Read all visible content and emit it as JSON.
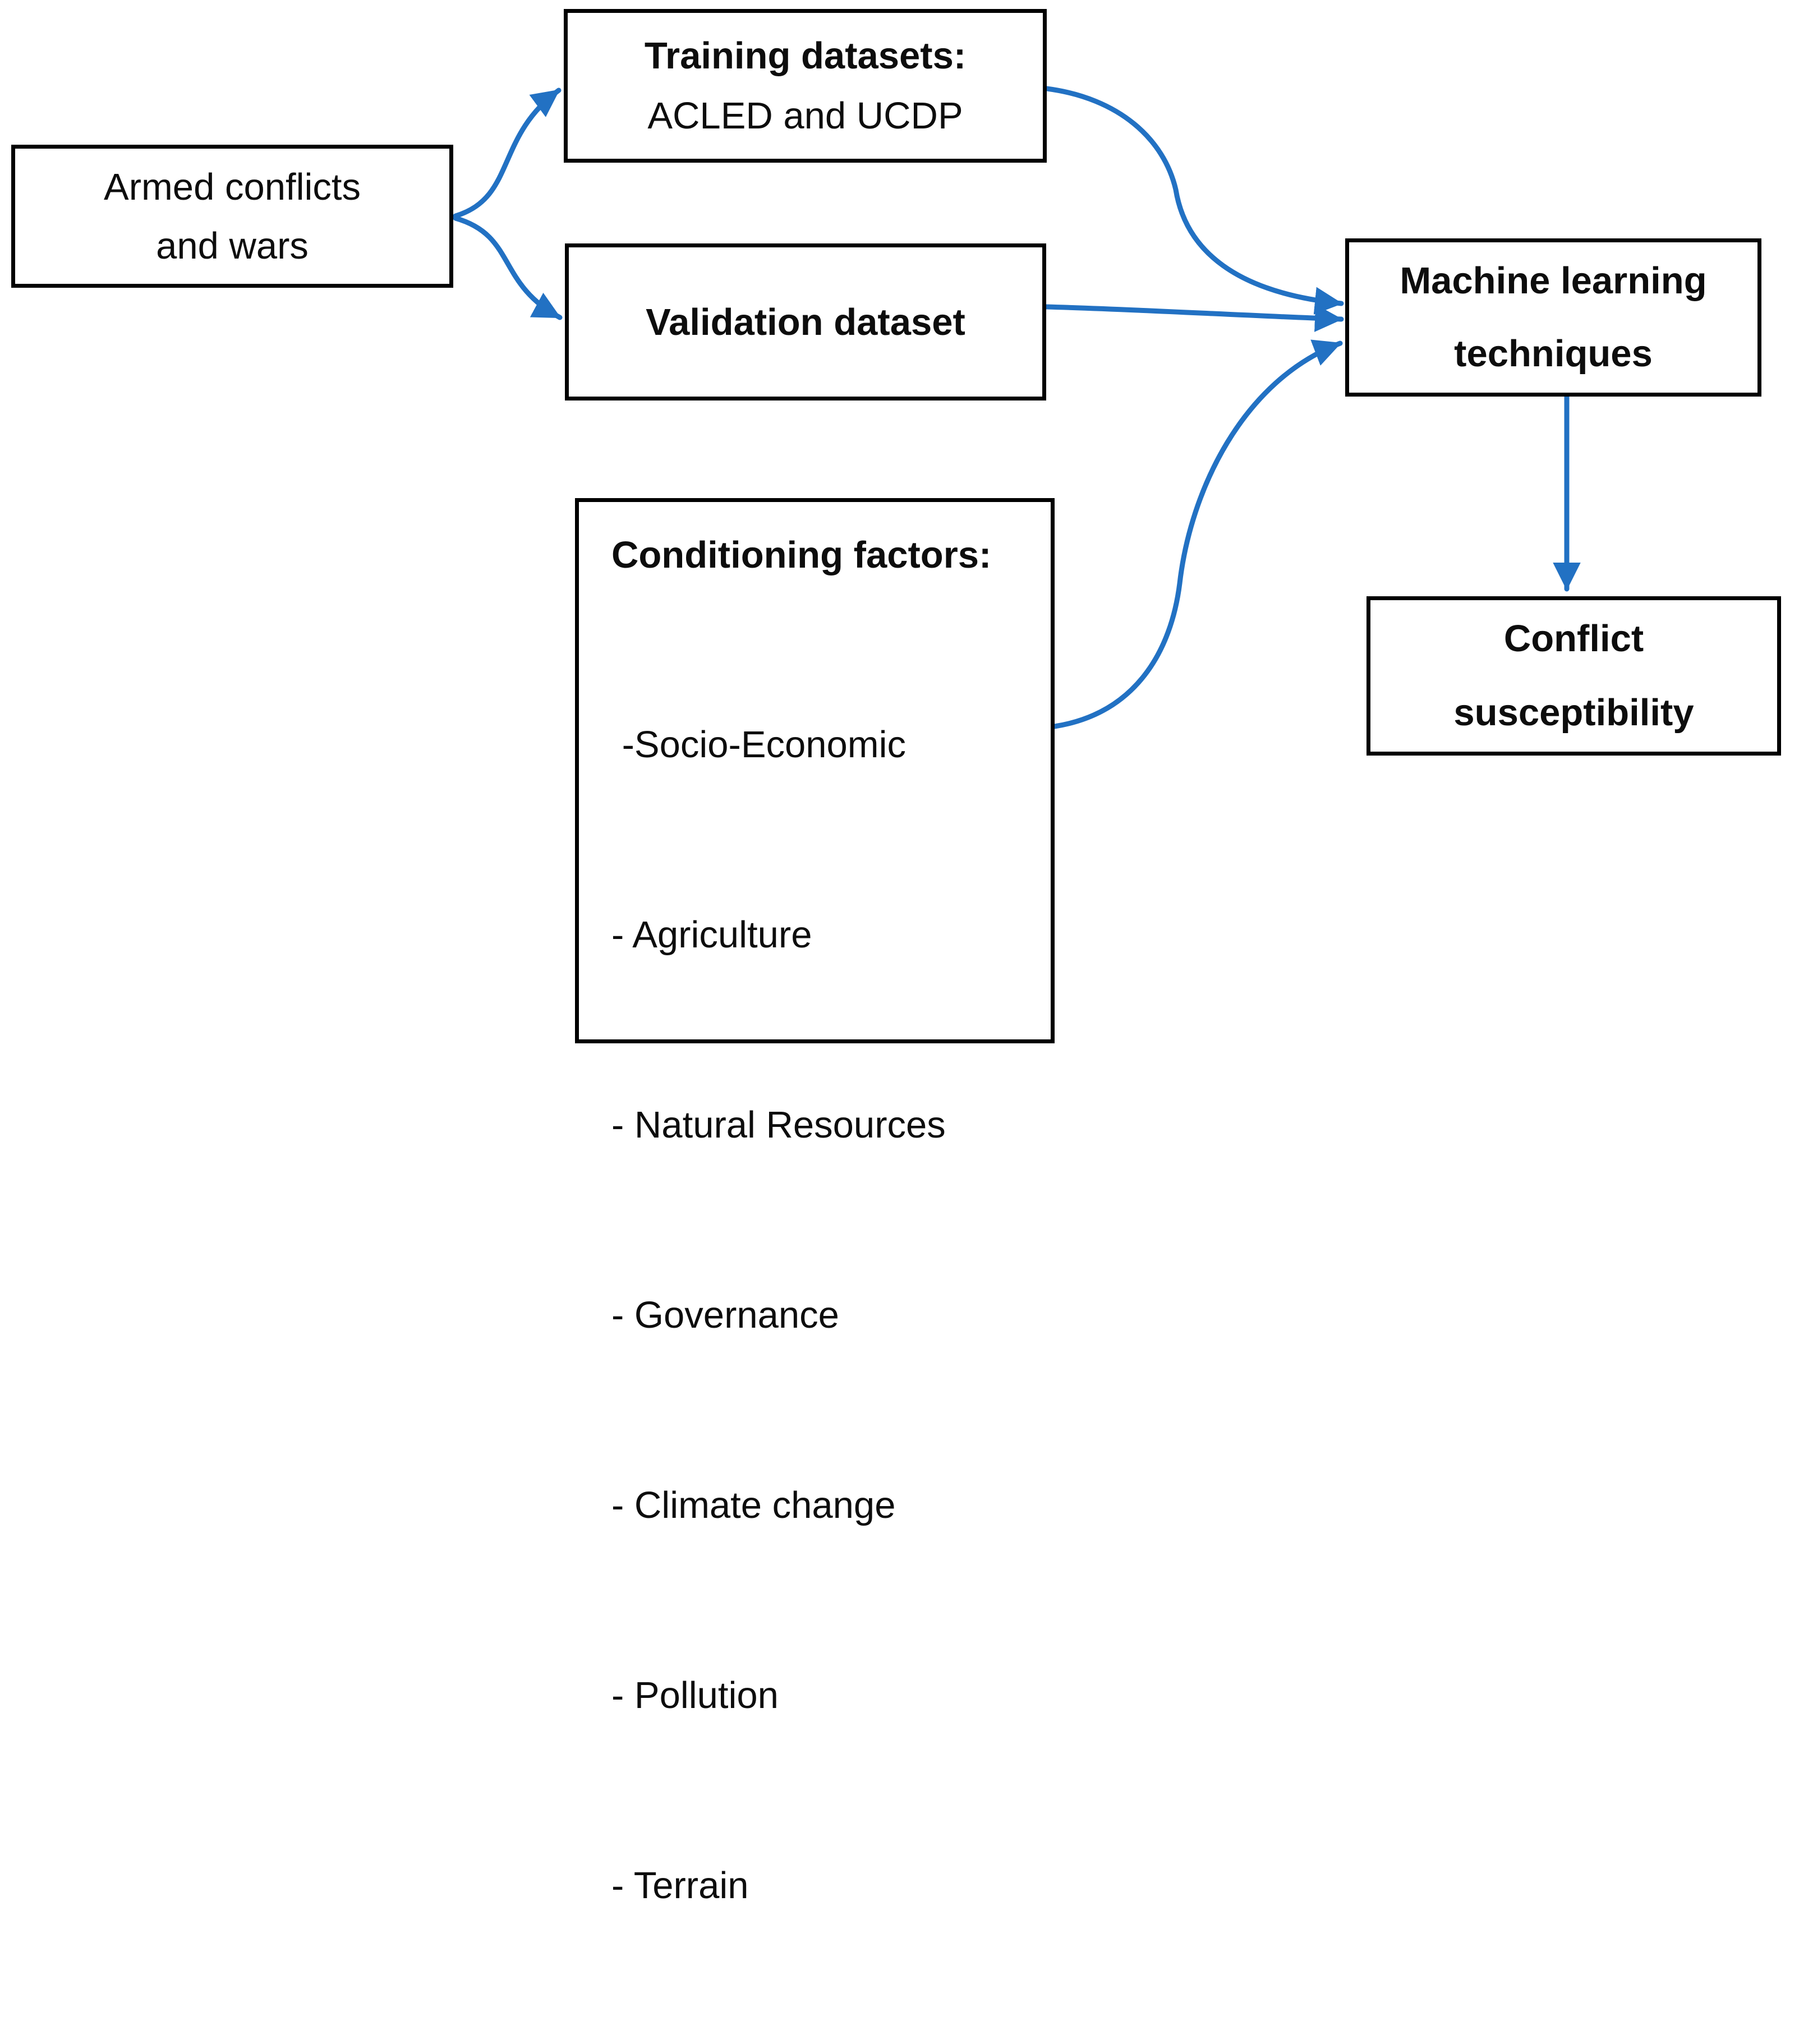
{
  "colors": {
    "background": "#ffffff",
    "box_border": "#000000",
    "text": "#0d0d0d",
    "arrow": "#2271c3"
  },
  "boxes": {
    "armed_conflicts": {
      "line1": "Armed conflicts",
      "line2": "and wars"
    },
    "training_datasets": {
      "title": "Training datasets:",
      "subtitle": "ACLED and UCDP"
    },
    "validation_dataset": {
      "title": "Validation dataset"
    },
    "conditioning_factors": {
      "title": "Conditioning factors:",
      "items": [
        " -Socio-Economic",
        "- Agriculture",
        "- Natural Resources",
        "- Governance",
        "- Climate change",
        "- Pollution",
        "- Terrain"
      ]
    },
    "machine_learning": {
      "line1": "Machine learning",
      "line2": "techniques"
    },
    "conflict_susceptibility": {
      "line1": "Conflict",
      "line2": "susceptibility"
    }
  },
  "connections": [
    {
      "from": "armed_conflicts",
      "to": "training_datasets"
    },
    {
      "from": "armed_conflicts",
      "to": "validation_dataset"
    },
    {
      "from": "training_datasets",
      "to": "machine_learning"
    },
    {
      "from": "validation_dataset",
      "to": "machine_learning"
    },
    {
      "from": "conditioning_factors",
      "to": "machine_learning"
    },
    {
      "from": "machine_learning",
      "to": "conflict_susceptibility"
    }
  ]
}
